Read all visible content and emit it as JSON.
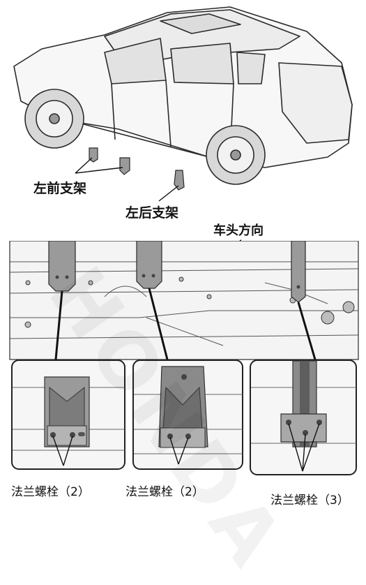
{
  "labels": {
    "left_front_bracket": "左前支架",
    "left_rear_bracket": "左后支架",
    "vehicle_front_direction": "车头方向",
    "flange_bolt_1": "法兰螺栓（2）",
    "flange_bolt_2": "法兰螺栓（2）",
    "flange_bolt_3": "法兰螺栓（3）"
  },
  "watermark_text": "HONDA",
  "colors": {
    "line": "#2a2a2a",
    "frame_fill": "#f4f4f4",
    "bracket_fill": "#8e8e8e",
    "bracket_dark": "#5a5a5a",
    "detail_border": "#222222"
  },
  "icons": {
    "direction_arrow": "arrow-left-icon"
  }
}
